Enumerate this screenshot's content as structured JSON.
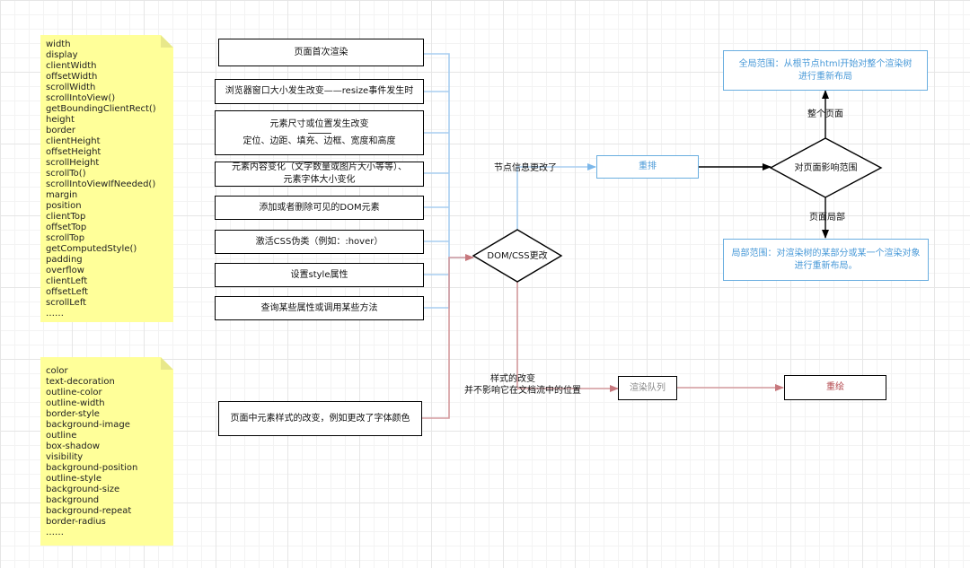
{
  "layout_properties": [
    "width",
    "display",
    "clientWidth",
    "offsetWidth",
    "scrollWidth",
    "scrollIntoView()",
    "getBoundingClientRect()",
    "height",
    "border",
    "clientHeight",
    "offsetHeight",
    "scrollHeight",
    "scrollTo()",
    "scrollIntoViewIfNeeded()",
    "margin",
    "position",
    "clientTop",
    "offsetTop",
    "scrollTop",
    "getComputedStyle()",
    "padding",
    "overflow",
    "clientLeft",
    "offsetLeft",
    "scrollLeft",
    "……"
  ],
  "paint_properties": [
    "color",
    "text-decoration",
    "outline-color",
    "outline-width",
    "border-style",
    "background-image",
    "outline",
    "box-shadow",
    "visibility",
    "background-position",
    "outline-style",
    "background-size",
    "background",
    "background-repeat",
    "border-radius",
    "……"
  ],
  "triggers": [
    {
      "text": "页面首次渲染"
    },
    {
      "text": "浏览器窗口大小发生改变——resize事件发生时"
    },
    {
      "line1": "元素尺寸或位置发生改变",
      "line2": "定位、边距、填充、边框、宽度和高度"
    },
    {
      "line1": "元素内容变化（文字数量或图片大小等等）、",
      "line2": "元素字体大小变化"
    },
    {
      "text": "添加或者删除可见的DOM元素"
    },
    {
      "text": "激活CSS伪类（例如：:hover）"
    },
    {
      "text": "设置style属性"
    },
    {
      "text": "查询某些属性或调用某些方法"
    }
  ],
  "style_trigger": "页面中元素样式的改变，例如更改了字体颜色",
  "decision_dom": "DOM/CSS更改",
  "label_node_change": "节点信息更改了",
  "label_style_change_1": "样式的改变",
  "label_style_change_2": "并不影响它在文档流中的位置",
  "reflow": "重排",
  "decision_scope": "对页面影响范围",
  "label_whole": "整个页面",
  "label_partial": "页面局部",
  "global_scope_1": "全局范围：从根节点html开始对整个渲染树",
  "global_scope_2": "进行重新布局",
  "local_scope_1": "局部范围：对渲染树的某部分或某一个渲染对象",
  "local_scope_2": "进行重新布局。",
  "render_queue": "渲染队列",
  "repaint": "重绘",
  "colors": {
    "blue_line": "#a8cef0",
    "blue_text": "#4a9ad8",
    "red_line": "#d49a9d",
    "red_text": "#b2454b",
    "note": "#ffff99"
  }
}
